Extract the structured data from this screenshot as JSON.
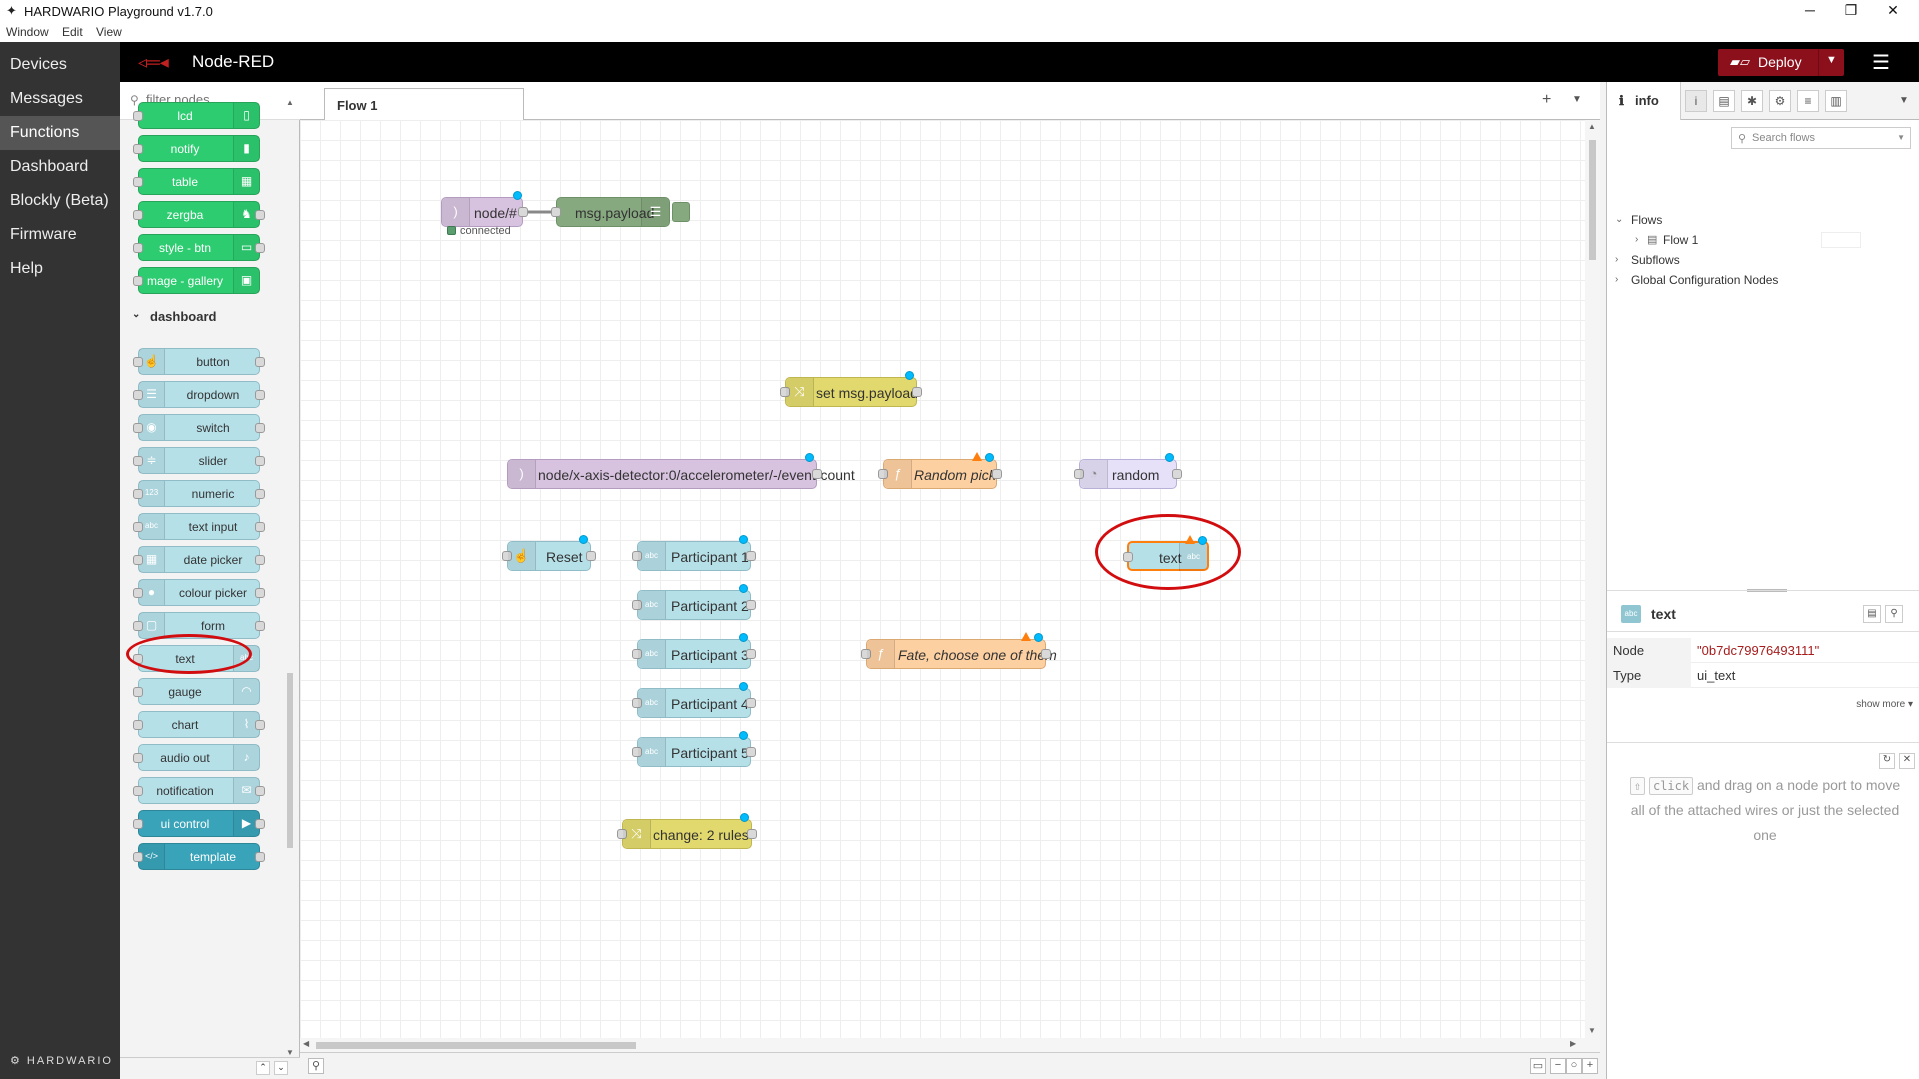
{
  "window": {
    "title": "HARDWARIO Playground v1.7.0",
    "controls": [
      "─",
      "❐",
      "✕"
    ],
    "menu": [
      "Window",
      "Edit",
      "View"
    ]
  },
  "app_nav": {
    "items": [
      "Devices",
      "Messages",
      "Functions",
      "Dashboard",
      "Blockly (Beta)",
      "Firmware",
      "Help"
    ],
    "active": "Functions",
    "brand": "HARDWARIO"
  },
  "header": {
    "name": "Node-RED",
    "deploy_label": "Deploy",
    "deploy_color": "#8c101c"
  },
  "palette": {
    "filter_placeholder": "filter nodes",
    "top_nodes": [
      {
        "label": "lcd",
        "icon": "lcd-icon"
      },
      {
        "label": "notify",
        "icon": "phone-icon"
      },
      {
        "label": "table",
        "icon": "table-icon"
      },
      {
        "label": "zergba",
        "icon": "horse-icon"
      },
      {
        "label": "style - btn",
        "icon": "toggle-icon"
      },
      {
        "label": "mage - gallery",
        "icon": "image-icon"
      }
    ],
    "category": "dashboard",
    "dashboard_nodes": [
      {
        "label": "button"
      },
      {
        "label": "dropdown"
      },
      {
        "label": "switch"
      },
      {
        "label": "slider"
      },
      {
        "label": "numeric"
      },
      {
        "label": "text input"
      },
      {
        "label": "date picker"
      },
      {
        "label": "colour picker"
      },
      {
        "label": "form"
      },
      {
        "label": "text"
      },
      {
        "label": "gauge"
      },
      {
        "label": "chart"
      },
      {
        "label": "audio out"
      },
      {
        "label": "notification"
      },
      {
        "label": "ui control"
      },
      {
        "label": "template"
      }
    ]
  },
  "workspace": {
    "tab": "Flow 1",
    "nodes": [
      {
        "label": "node/#",
        "status": "connected"
      },
      {
        "label": "msg.payload"
      },
      {
        "label": "set msg.payload"
      },
      {
        "label": "node/x-axis-detector:0/accelerometer/-/event-count"
      },
      {
        "label": "Random pick"
      },
      {
        "label": "random"
      },
      {
        "label": "Reset"
      },
      {
        "label": "Participant 1"
      },
      {
        "label": "Participant 2"
      },
      {
        "label": "Participant 3"
      },
      {
        "label": "Participant 4"
      },
      {
        "label": "Participant 5"
      },
      {
        "label": "text"
      },
      {
        "label": "Fate, choose one of them"
      },
      {
        "label": "change: 2 rules"
      }
    ]
  },
  "sidebar": {
    "tab_label": "info",
    "search_placeholder": "Search flows",
    "tree": {
      "flows": "Flows",
      "flow1": "Flow 1",
      "subflows": "Subflows",
      "global": "Global Configuration Nodes"
    },
    "selected_node": {
      "label": "text",
      "props": [
        {
          "key": "Node",
          "value": "\"0b7dc79976493111\""
        },
        {
          "key": "Type",
          "value": "ui_text"
        }
      ],
      "show_more": "show more ▾"
    },
    "tip": {
      "kbd1": "⇧",
      "kbd2": "click",
      "text": "and drag on a node port to move all of the attached wires or just the selected one"
    }
  }
}
